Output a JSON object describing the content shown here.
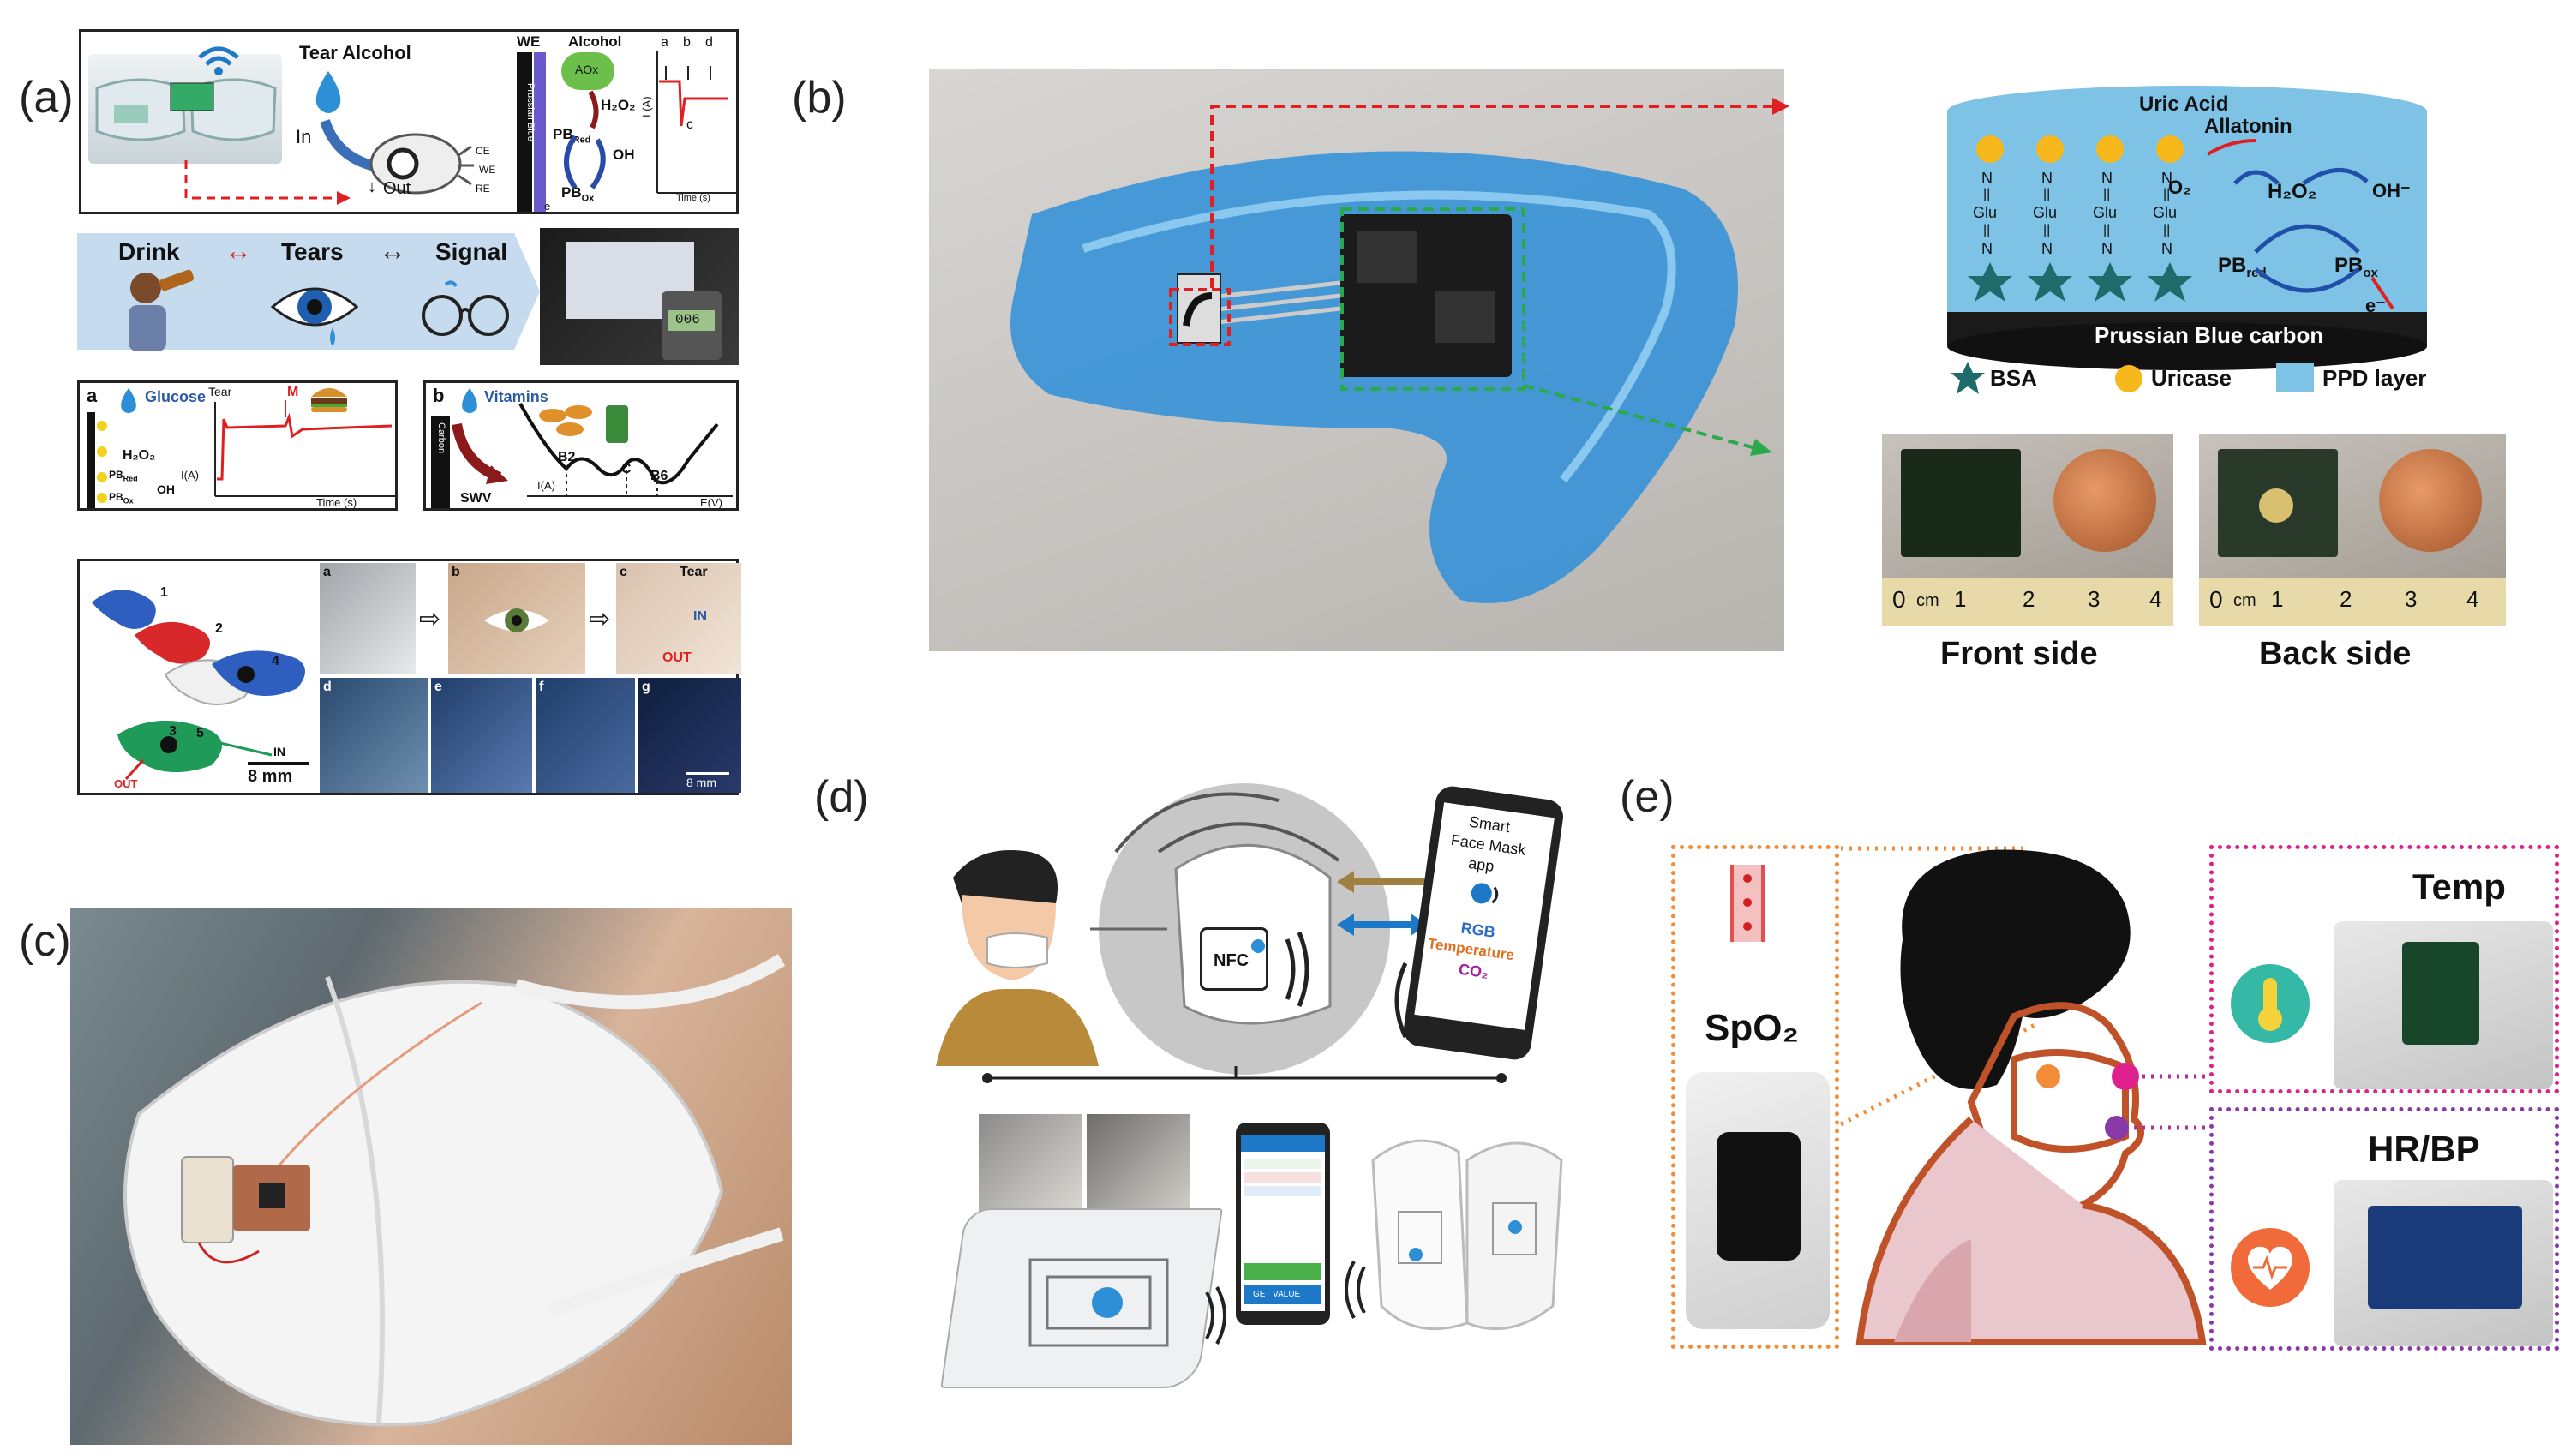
{
  "panel_labels": {
    "a": "(a)",
    "b": "(b)",
    "c": "(c)",
    "d": "(d)",
    "e": "(e)"
  },
  "panel_a": {
    "top": {
      "title": "Tear Alcohol",
      "in": "In",
      "out": "Out",
      "ce": "CE",
      "we_small": "WE",
      "re": "RE",
      "we": "WE",
      "alcohol": "Alcohol",
      "aox": "AOx",
      "prussian_blue": "Prussian Blue",
      "h2o2": "H₂O₂",
      "pbred": "PB",
      "pbred_sub": "Red",
      "oh": "OH",
      "pbox": "PB",
      "pbox_sub": "Ox",
      "e": "e",
      "graph_ylabel": "I (A)",
      "graph_xlabel": "Time (s)",
      "graph_marks": [
        "a",
        "b",
        "d"
      ],
      "graph_c": "c"
    },
    "flow": {
      "drink": "Drink",
      "tears": "Tears",
      "signal": "Signal",
      "meter_reading": "006"
    },
    "glucose": {
      "letter": "a",
      "title": "Glucose",
      "h2o2": "H₂O₂",
      "pbred": "PB",
      "pbred_sub": "Red",
      "pbox": "PB",
      "pbox_sub": "Ox",
      "oh": "OH",
      "tear": "Tear",
      "m": "M",
      "ylabel": "I(A)",
      "xlabel": "Time (s)"
    },
    "vitamins": {
      "letter": "b",
      "title": "Vitamins",
      "carbon": "Carbon",
      "swv": "SWV",
      "b2": "B2",
      "c": "C",
      "b6": "B6",
      "ylabel": "I(A)",
      "xlabel": "E(V)",
      "bottle": "C"
    },
    "device": {
      "numbers": [
        "1",
        "2",
        "3",
        "4",
        "5"
      ],
      "in": "IN",
      "out": "OUT",
      "scale": "8 mm",
      "photo_letters": [
        "a",
        "b",
        "c",
        "d",
        "e",
        "f",
        "g"
      ],
      "tear": "Tear",
      "photo_in": "IN",
      "photo_out": "OUT",
      "photo_scale": "8 mm"
    }
  },
  "panel_b": {
    "uric_acid": "Uric Acid",
    "allatonin": "Allatonin",
    "o2": "O₂",
    "h2o2": "H₂O₂",
    "oh": "OH⁻",
    "pbred": "PB",
    "pbred_sub": "red",
    "pbox": "PB",
    "pbox_sub": "ox",
    "e": "e⁻",
    "chain": [
      "N",
      "||",
      "Glu",
      "||",
      "N"
    ],
    "base": "Prussian Blue carbon",
    "legend": [
      "BSA",
      "Uricase",
      "PPD layer"
    ],
    "ruler": [
      "0",
      "cm",
      "1",
      "2",
      "3",
      "4"
    ],
    "front": "Front side",
    "back": "Back side"
  },
  "panel_d": {
    "phone_lines": [
      "Smart",
      "Face Mask",
      "app"
    ],
    "rgb": "RGB",
    "temperature": "Temperature",
    "co2": "CO₂",
    "nfc": "NFC",
    "app_button": "GET VALUE"
  },
  "panel_e": {
    "spo2": "SpO₂",
    "temp": "Temp",
    "hrbp": "HR/BP"
  },
  "colors": {
    "dark_blue": "#1f2a7a",
    "mouthguard_blue": "#2e8fd8",
    "red_dash": "#e02020",
    "green_dash": "#2aa84a",
    "orange_dot": "#f28c38",
    "magenta_dot": "#e0208c",
    "purple_dot": "#8a3aa8",
    "pb_layer": "#7ec3e6"
  }
}
